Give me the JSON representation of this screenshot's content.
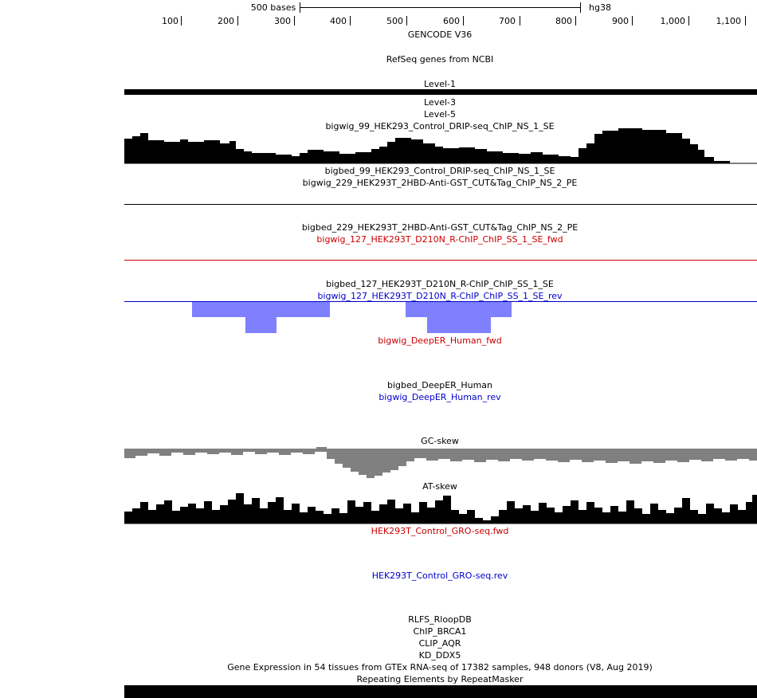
{
  "ruler": {
    "scale_label": "500 bases",
    "assembly": "hg38",
    "ticks": [
      "100",
      "200",
      "300",
      "400",
      "500",
      "600",
      "700",
      "800",
      "900",
      "1,000",
      "1,100"
    ]
  },
  "tracks": {
    "gencode": "GENCODE V36",
    "refseq": "RefSeq genes from NCBI",
    "level1": "Level-1",
    "level3": "Level-3",
    "level5": "Level-5",
    "bigwig_99": "bigwig_99_HEK293_Control_DRIP-seq_ChIP_NS_1_SE",
    "bigbed_99": "bigbed_99_HEK293_Control_DRIP-seq_ChIP_NS_1_SE",
    "bigwig_229": "bigwig_229_HEK293T_2HBD-Anti-GST_CUT&Tag_ChIP_NS_2_PE",
    "bigbed_229": "bigbed_229_HEK293T_2HBD-Anti-GST_CUT&Tag_ChIP_NS_2_PE",
    "bigwig_127_fwd": "bigwig_127_HEK293T_D210N_R-ChIP_ChIP_SS_1_SE_fwd",
    "bigbed_127": "bigbed_127_HEK293T_D210N_R-ChIP_ChIP_SS_1_SE",
    "bigwig_127_rev": "bigwig_127_HEK293T_D210N_R-ChIP_ChIP_SS_1_SE_rev",
    "deeper_fwd": "bigwig_DeepER_Human_fwd",
    "deeper_bed": "bigbed_DeepER_Human",
    "deeper_rev": "bigwig_DeepER_Human_rev",
    "gc_skew": "GC-skew",
    "at_skew": "AT-skew",
    "gro_fwd": "HEK293T_Control_GRO-seq.fwd",
    "gro_rev": "HEK293T_Control_GRO-seq.rev",
    "rlfs": "RLFS_RloopDB",
    "chip_brca1": "ChIP_BRCA1",
    "clip_aqr": "CLIP_AQR",
    "kd_ddx5": "KD_DDX5",
    "gtex": "Gene Expression in 54 tissues from GTEx RNA-seq of 17382 samples, 948 donors (V8, Aug 2019)",
    "repeatmasker": "Repeating Elements by RepeatMasker"
  },
  "colors": {
    "fwd": "#cc0000",
    "rev": "#0000cc",
    "rev_signal": "#8080ff",
    "gc_fill": "#808080",
    "signal": "#000000"
  }
}
